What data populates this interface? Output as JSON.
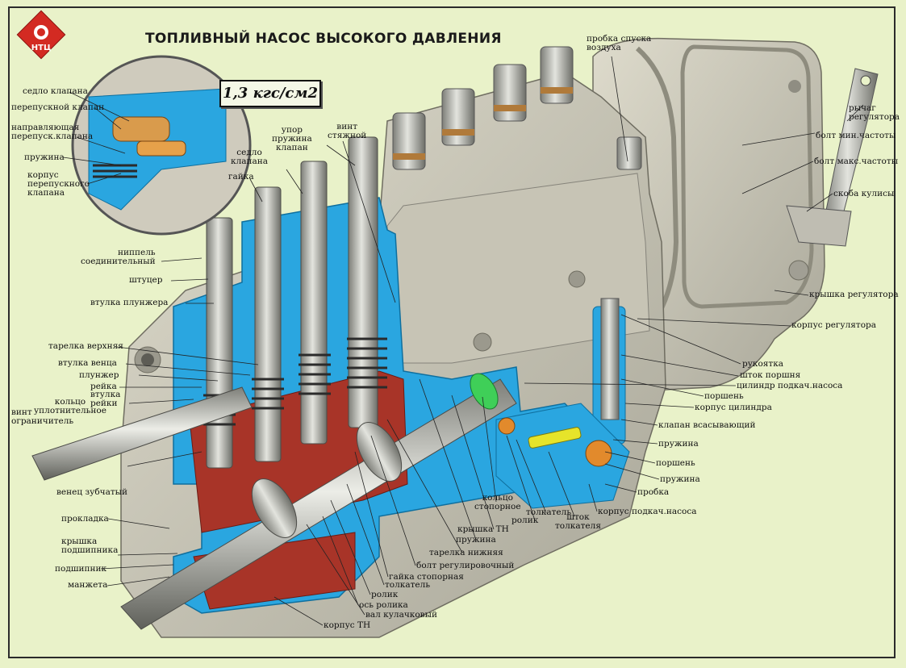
{
  "title": "ТОПЛИВНЫЙ НАСОС ВЫСОКОГО ДАВЛЕНИЯ",
  "logo": "НТЦ",
  "pressure": "1,3 кгс/см2",
  "colors": {
    "background": "#e9f2c9",
    "cutaway_blue": "#2aa6e0",
    "cutaway_red": "#b23a2e",
    "metal": "#b9bab3",
    "housing": "#d2cfc0",
    "logo_red": "#d32a22",
    "highlight_green": "#3fcf58"
  },
  "labels": {
    "sedlo_klapana_1": "седло клапана",
    "perepusk_klapan": "перепускной клапан",
    "napravl": "направляющая\nперепуск.клапана",
    "pruzhina_1": "пружина",
    "korpus_perepusk": "корпус\nперепускного\nклапана",
    "nippel": "ниппель\nсоединительный",
    "shtutser": "штуцер",
    "vtulka_plunzhera": "втулка плунжера",
    "tarelka_verkh": "тарелка верхняя",
    "vtulka_ventsa": "втулка венца",
    "plunzher": "плунжер",
    "reyka_1": "рейка",
    "vtulka_reyki": "втулка\nрейки",
    "koltso_upl": "кольцо\nуплотнительное",
    "vint_ogr": "винт\nограничитель",
    "venets": "венец зубчатый",
    "prokladka": "прокладка",
    "kryshka_podsh": "крышка\nподшипника",
    "podshipnik": "подшипник",
    "manzheta": "манжета",
    "gayka_1": "гайка",
    "sedlo_klapana_2": "седло\nклапана",
    "upor_klapan": "упор\nпружина\nклапан",
    "vint_styazhnoy": "винт\nстяжной",
    "probka_spuska": "пробка спуска\nвоздуха",
    "rychag": "рычаг\nрегулятора",
    "bolt_min": "болт мин.частоты",
    "bolt_maks": "болт макс.частоты",
    "skoba": "скоба кулисы",
    "kryshka_reg": "крышка регулятора",
    "korpus_reg": "корпус регулятора",
    "rukoyatka": "рукоятка",
    "shtok_porshnya": "шток поршня",
    "tsilindr": "цилиндр подкач.насоса",
    "porshen_1": "поршень",
    "korpus_tsil": "корпус цилиндра",
    "klapan_vsas": "клапан всасывающий",
    "pruzhina_2": "пружина",
    "porshen_2": "поршень",
    "pruzhina_3": "пружина",
    "probka": "пробка",
    "korpus_podkach": "корпус подкач.насоса",
    "shtok_tolk": "шток\nтолкателя",
    "tolkatel_1": "толкатель",
    "rolik_1": "ролик",
    "koltso_stop": "кольцо\nстопорное",
    "kryshka_tn": "крышка ТН",
    "pruzhina_4": "пружина",
    "tarelka_nizh": "тарелка нижняя",
    "bolt_reg": "болт регулировочный",
    "gayka_stop": "гайка стопорная",
    "tolkatel_2": "толкатель",
    "rolik_2": "ролик",
    "os_rolika": "ось ролика",
    "val": "вал кулачковый",
    "korpus_tn": "корпус ТН"
  }
}
